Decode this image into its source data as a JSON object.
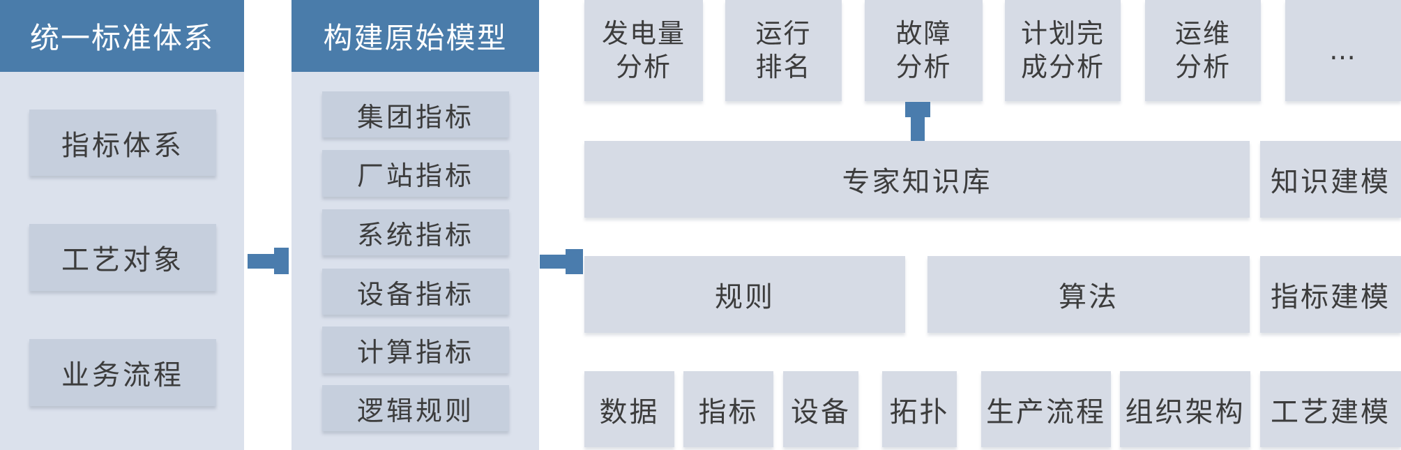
{
  "colors": {
    "header_bg": "#4a7caa",
    "panel_bg": "#dbe1ec",
    "panel_item_bg": "#c6cfdd",
    "box_bg": "#d6dbe5",
    "arrow": "#4a7cad",
    "text": "#3c3c3c",
    "header_text": "#ffffff"
  },
  "left_panel": {
    "title": "统一标准体系",
    "items": [
      "指标体系",
      "工艺对象",
      "业务流程"
    ]
  },
  "model_panel": {
    "title": "构建原始模型",
    "items": [
      "集团指标",
      "厂站指标",
      "系统指标",
      "设备指标",
      "计算指标",
      "逻辑规则"
    ]
  },
  "analysis_row": {
    "items": [
      {
        "line1": "发电量",
        "line2": "分析"
      },
      {
        "line1": "运行",
        "line2": "排名"
      },
      {
        "line1": "故障",
        "line2": "分析"
      },
      {
        "line1": "计划完",
        "line2": "成分析"
      },
      {
        "line1": "运维",
        "line2": "分析"
      },
      {
        "line1": "…",
        "line2": ""
      }
    ]
  },
  "knowledge_row": {
    "main": "专家知识库",
    "side": "知识建模"
  },
  "rule_row": {
    "rule": "规则",
    "algorithm": "算法",
    "side": "指标建模"
  },
  "base_row": {
    "items": [
      "数据",
      "指标",
      "设备",
      "拓扑",
      "生产流程",
      "组织架构"
    ],
    "side": "工艺建模"
  }
}
